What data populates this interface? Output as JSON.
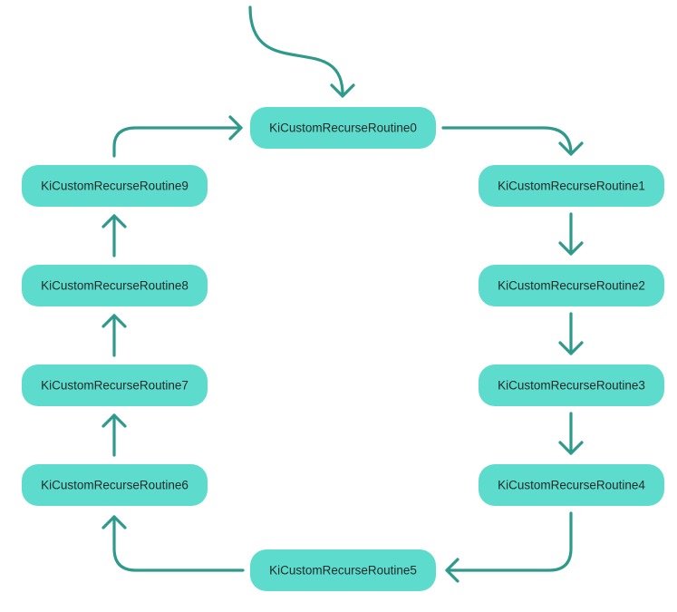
{
  "colors": {
    "node_fill": "#5ddbcc",
    "edge_stroke": "#2e9a8c",
    "label_text": "#1f2a2a",
    "background": "#ffffff"
  },
  "nodes": [
    {
      "id": "n0",
      "label": "KiCustomRecurseRoutine0"
    },
    {
      "id": "n1",
      "label": "KiCustomRecurseRoutine1"
    },
    {
      "id": "n2",
      "label": "KiCustomRecurseRoutine2"
    },
    {
      "id": "n3",
      "label": "KiCustomRecurseRoutine3"
    },
    {
      "id": "n4",
      "label": "KiCustomRecurseRoutine4"
    },
    {
      "id": "n5",
      "label": "KiCustomRecurseRoutine5"
    },
    {
      "id": "n6",
      "label": "KiCustomRecurseRoutine6"
    },
    {
      "id": "n7",
      "label": "KiCustomRecurseRoutine7"
    },
    {
      "id": "n8",
      "label": "KiCustomRecurseRoutine8"
    },
    {
      "id": "n9",
      "label": "KiCustomRecurseRoutine9"
    }
  ],
  "edges": [
    {
      "from": "entry",
      "to": "n0"
    },
    {
      "from": "n0",
      "to": "n1"
    },
    {
      "from": "n1",
      "to": "n2"
    },
    {
      "from": "n2",
      "to": "n3"
    },
    {
      "from": "n3",
      "to": "n4"
    },
    {
      "from": "n4",
      "to": "n5"
    },
    {
      "from": "n5",
      "to": "n6"
    },
    {
      "from": "n6",
      "to": "n7"
    },
    {
      "from": "n7",
      "to": "n8"
    },
    {
      "from": "n8",
      "to": "n9"
    },
    {
      "from": "n9",
      "to": "n0"
    }
  ]
}
